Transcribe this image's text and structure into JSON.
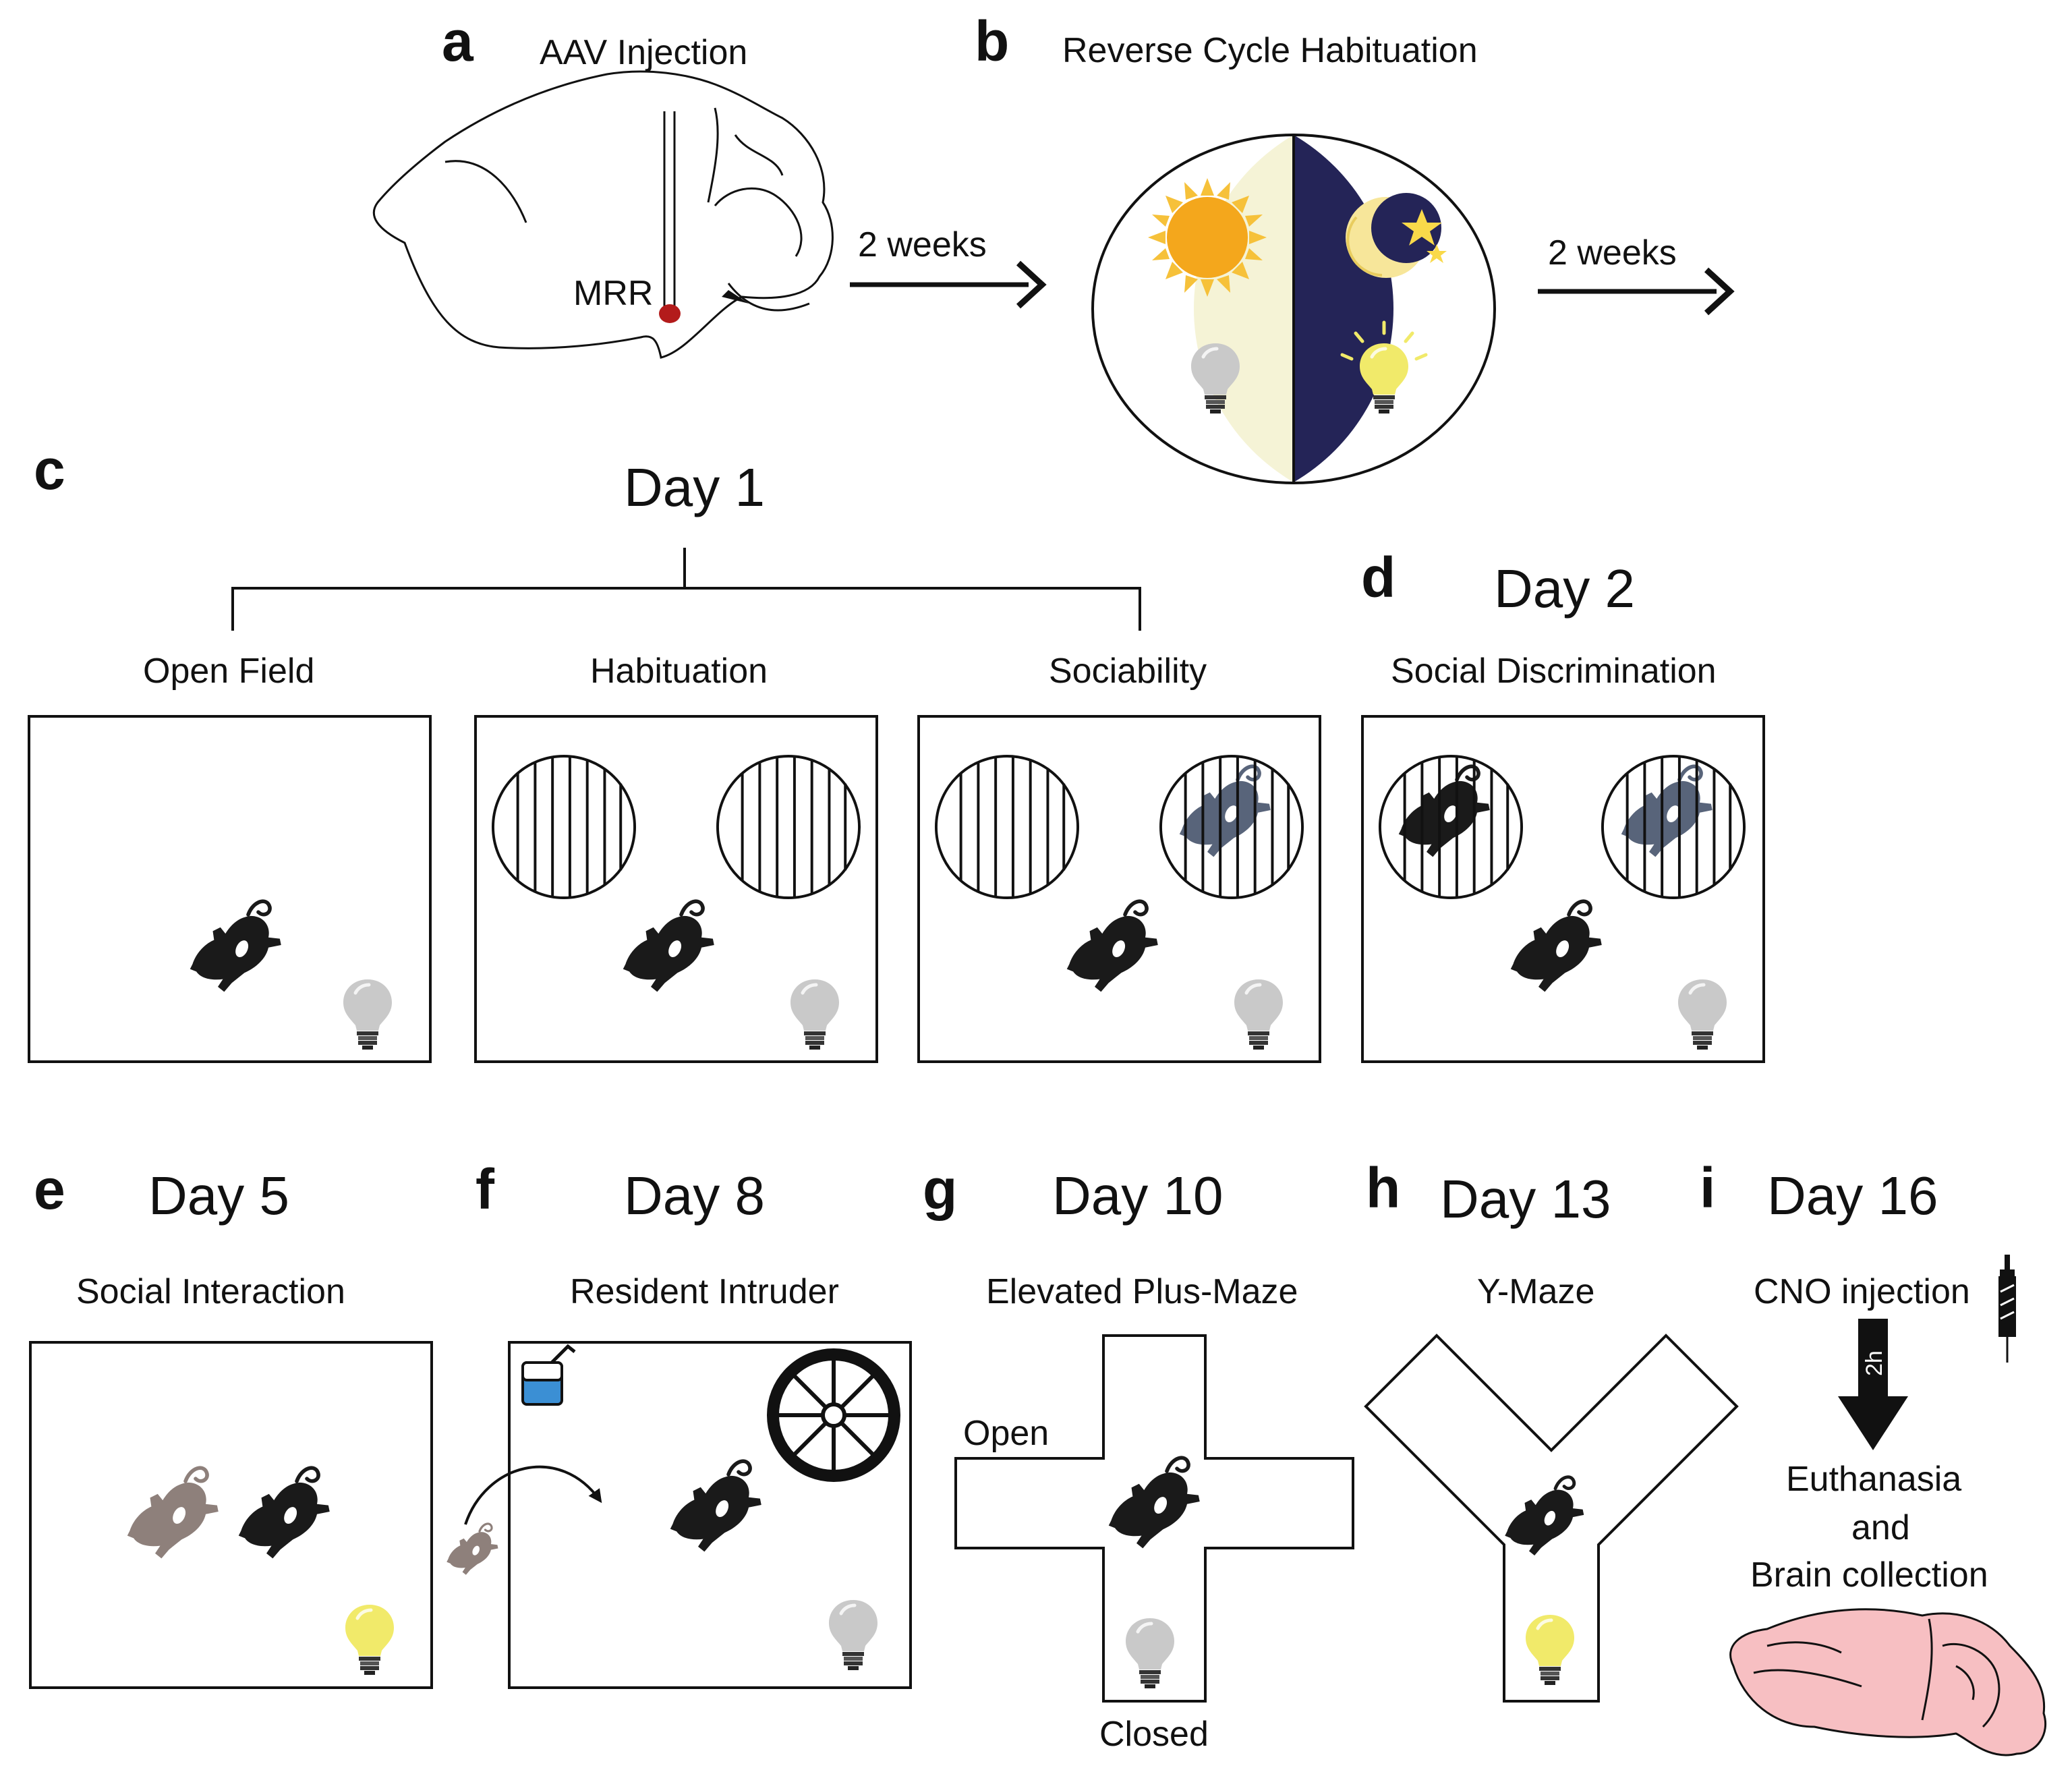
{
  "colors": {
    "ink": "#111111",
    "day_panel": "#f5f3d6",
    "night_panel": "#242457",
    "sun": "#f4a71c",
    "sun_ray": "#f6c13a",
    "moon": "#f7e69a",
    "star": "#f9d94a",
    "bulb_off": "#c9c9c9",
    "bulb_on": "#f1ea6a",
    "injection_site": "#b31b1b",
    "mouse_black": "#1a1a1a",
    "mouse_grey": "#58647a",
    "mouse_brown": "#8e807b",
    "brain_pink": "#f7bfc2",
    "water_bottle": "#3b8fd4"
  },
  "panels": {
    "a": {
      "letter": "a",
      "title": "AAV Injection",
      "region": "MRR",
      "arrow": "2 weeks"
    },
    "b": {
      "letter": "b",
      "title": "Reverse Cycle Habituation",
      "arrow": "2 weeks",
      "icons": [
        "sun-icon",
        "moon-icon",
        "star-icon",
        "bulb-off-icon",
        "bulb-on-icon"
      ]
    },
    "c": {
      "letter": "c",
      "day": "Day 1",
      "tests": [
        "Open Field",
        "Habituation",
        "Sociability"
      ]
    },
    "d": {
      "letter": "d",
      "day": "Day 2",
      "test": "Social Discrimination"
    },
    "e": {
      "letter": "e",
      "day": "Day 5",
      "test": "Social Interaction"
    },
    "f": {
      "letter": "f",
      "day": "Day 8",
      "test": "Resident Intruder"
    },
    "g": {
      "letter": "g",
      "day": "Day 10",
      "test": "Elevated Plus-Maze",
      "arm_open": "Open",
      "arm_closed": "Closed"
    },
    "h": {
      "letter": "h",
      "day": "Day 13",
      "test": "Y-Maze"
    },
    "i": {
      "letter": "i",
      "day": "Day 16",
      "step1": "CNO injection",
      "interval": "2h",
      "step2_lines": [
        "Euthanasia",
        "and",
        "Brain collection"
      ]
    }
  }
}
